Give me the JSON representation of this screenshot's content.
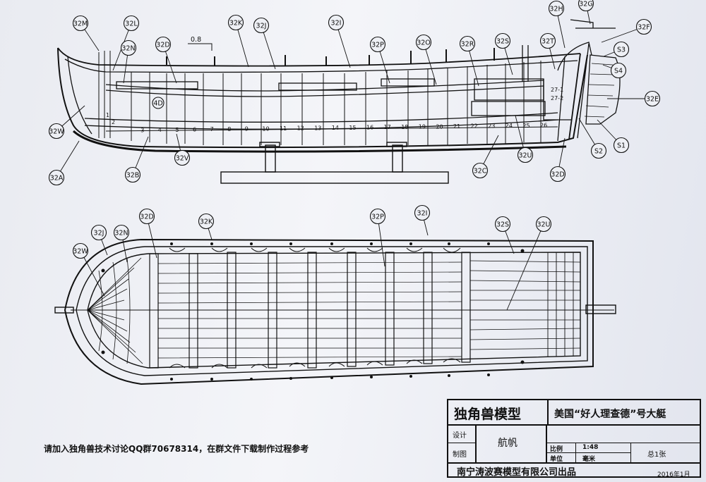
{
  "side_view": {
    "labels": [
      "32M",
      "32L",
      "32N",
      "32D",
      "32K",
      "32J",
      "32I",
      "32P",
      "32O",
      "32R",
      "32S",
      "32T",
      "32H",
      "32G",
      "32F",
      "S3",
      "S4",
      "32E",
      "S1",
      "S2",
      "32U",
      "32C",
      "32D",
      "32B",
      "32V",
      "32A",
      "32W",
      "4D"
    ],
    "dimension_text": "0.8",
    "frame_numbers": [
      "1",
      "2",
      "3",
      "4",
      "5",
      "6",
      "7",
      "8",
      "9",
      "10",
      "11",
      "12",
      "13",
      "14",
      "15",
      "16",
      "17",
      "18",
      "19",
      "20",
      "21",
      "22",
      "23",
      "24",
      "25",
      "26",
      "27-1",
      "27-2"
    ]
  },
  "plan_view": {
    "labels": [
      "32J",
      "32N",
      "32D",
      "32K",
      "32P",
      "32I",
      "32S",
      "32U",
      "32W"
    ]
  },
  "title_block": {
    "company": "独角兽模型",
    "drawing_title": "美国“好人理查德”号大艇",
    "design_label": "设计",
    "draw_label": "制图",
    "author": "航帆",
    "scale_label": "比例",
    "scale_value": "1:48",
    "unit_label": "单位",
    "unit_value": "毫米",
    "sheets": "总1张",
    "publisher": "南宁涛波赛模型有限公司出品",
    "date": "2016年1月"
  },
  "footer_note": "请加入独角兽技术讨论QQ群70678314，在群文件下载制作过程参考"
}
